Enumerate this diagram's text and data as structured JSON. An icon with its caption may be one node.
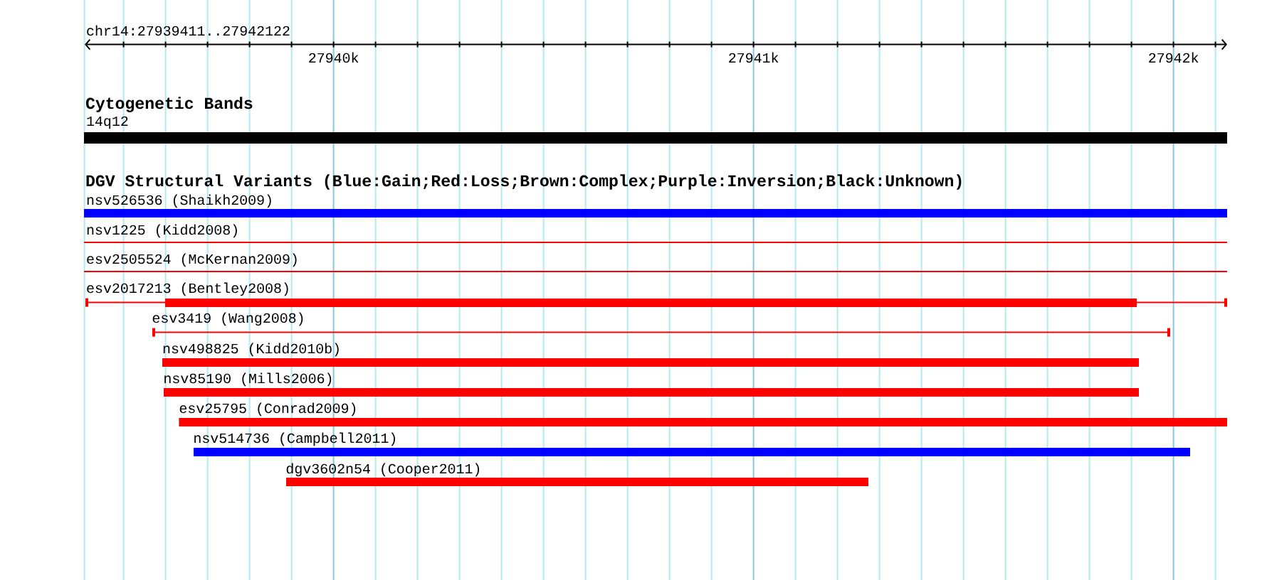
{
  "diagram": {
    "nodes": [
      {
        "text": [
          "14q12"
        ]
      },
      {
        "text": [
          "nsv526536 (Shaikh2009)"
        ]
      },
      {
        "text": [
          "nsv1225 (Kidd2008)"
        ]
      },
      {
        "text": [
          "esv2505524 (McKernan2009)"
        ]
      },
      {
        "text": [
          "esv2017213 (Bentley2008)"
        ]
      },
      {
        "text": [
          "esv3419 (Wang2008)"
        ]
      },
      {
        "text": [
          "nsv498825 (Kidd2010b)"
        ]
      },
      {
        "text": [
          "nsv85190 (Mills2006)"
        ]
      },
      {
        "text": [
          "esv25795 (Conrad2009)"
        ]
      },
      {
        "text": [
          "nsv514736 (Campbell2011)"
        ]
      },
      {
        "text": [
          "dgv3602n54 (Cooper2011)"
        ]
      }
    ],
    "labels": [
      "chr14:27939411..27942122",
      "27940k",
      "27941k",
      "27942k",
      "Cytogenetic Bands",
      "DGV Structural Variants (Blue:Gain;Red:Loss;Brown:Complex;Purple:Inversion;Black:Unknown)"
    ]
  }
}
